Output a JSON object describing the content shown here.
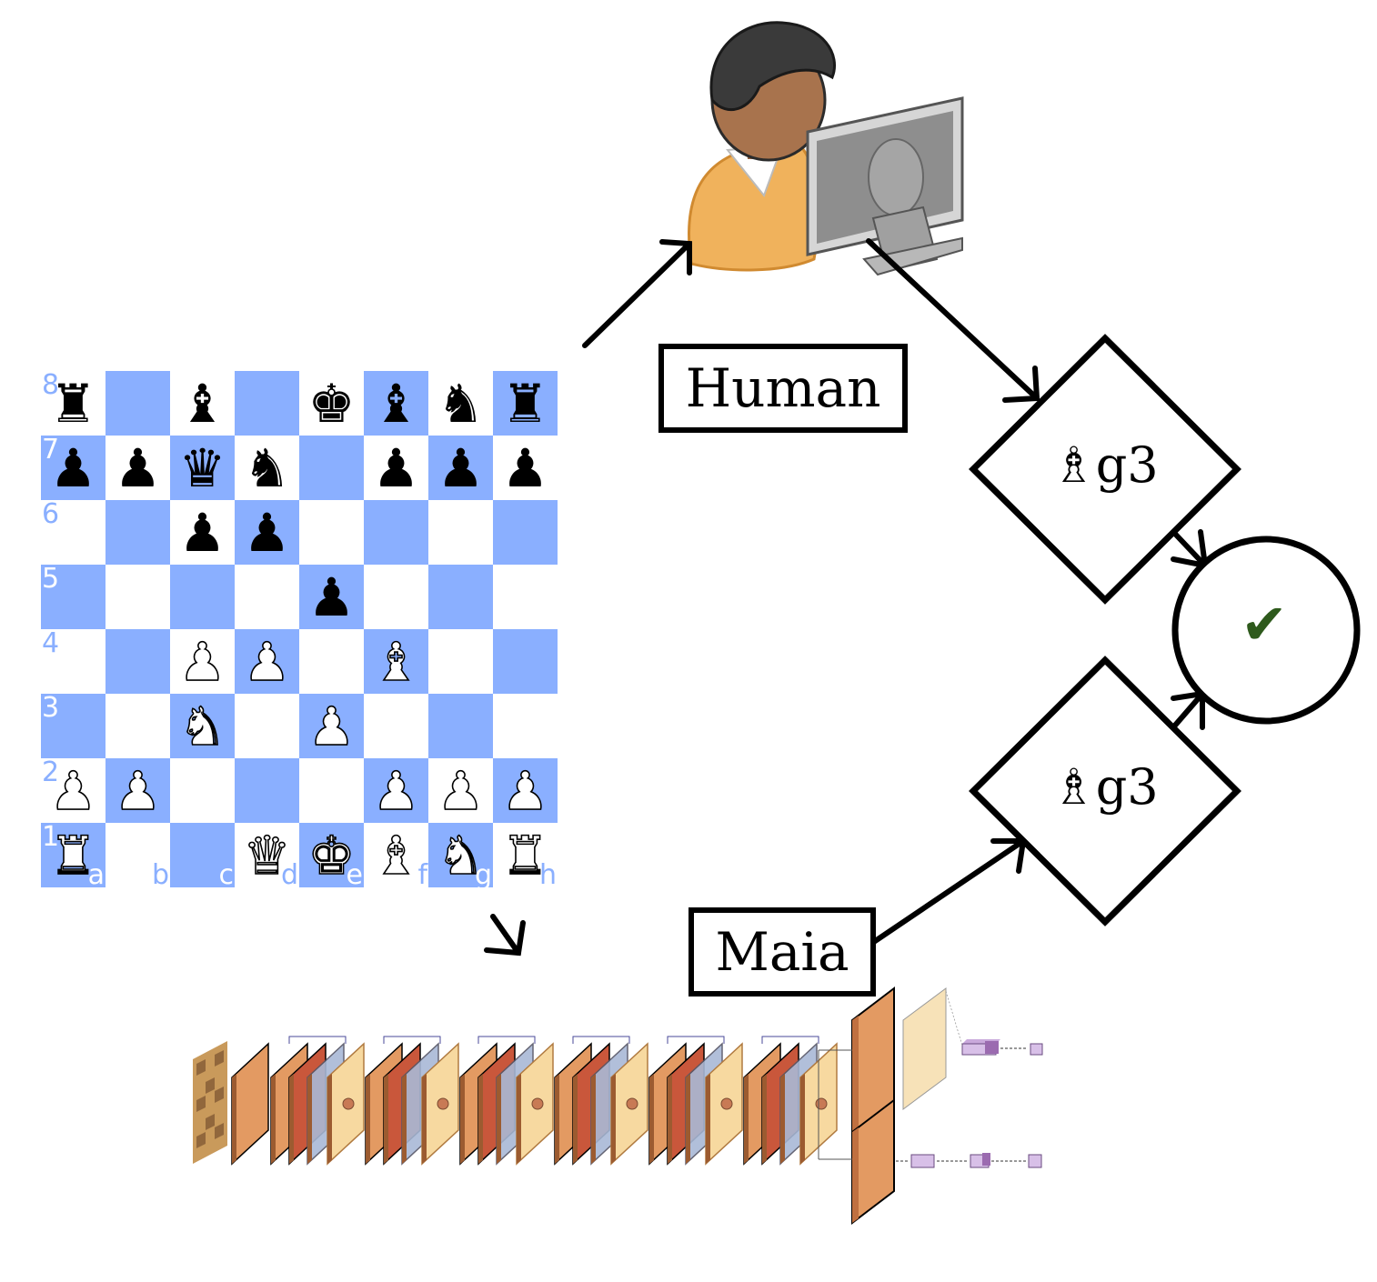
{
  "board": {
    "light_color": "#ffffff",
    "dark_color": "#8aafff",
    "files": [
      "a",
      "b",
      "c",
      "d",
      "e",
      "f",
      "g",
      "h"
    ],
    "ranks": [
      "8",
      "7",
      "6",
      "5",
      "4",
      "3",
      "2",
      "1"
    ],
    "position": [
      [
        "r",
        "",
        "b",
        "",
        "k",
        "b",
        "n",
        "r"
      ],
      [
        "p",
        "p",
        "q",
        "n",
        "",
        "p",
        "p",
        "p"
      ],
      [
        "",
        "",
        "p",
        "p",
        "",
        "",
        "",
        ""
      ],
      [
        "",
        "",
        "",
        "",
        "p",
        "",
        "",
        ""
      ],
      [
        "",
        "",
        "P",
        "P",
        "",
        "B",
        "",
        ""
      ],
      [
        "",
        "",
        "N",
        "",
        "P",
        "",
        "",
        ""
      ],
      [
        "P",
        "P",
        "",
        "",
        "",
        "P",
        "P",
        "P"
      ],
      [
        "R",
        "",
        "",
        "Q",
        "K",
        "B",
        "N",
        "R"
      ]
    ]
  },
  "labels": {
    "human": "Human",
    "maia": "Maia",
    "human_move": "♗g3",
    "maia_move": "♗g3",
    "check": "✔"
  },
  "colors": {
    "check": "#2e5a1c",
    "skin": "#a8734d",
    "shirt": "#f0b25c",
    "monitor": "#9a9a9a",
    "layer_orange": "#e39a62",
    "layer_red": "#c9573b",
    "layer_blue": "#a9b9d6",
    "layer_cream": "#f7d9a0",
    "layer_purple": "#9b6bb0"
  },
  "icons": [
    "user-at-computer-icon",
    "check-icon",
    "neural-network-diagram"
  ]
}
